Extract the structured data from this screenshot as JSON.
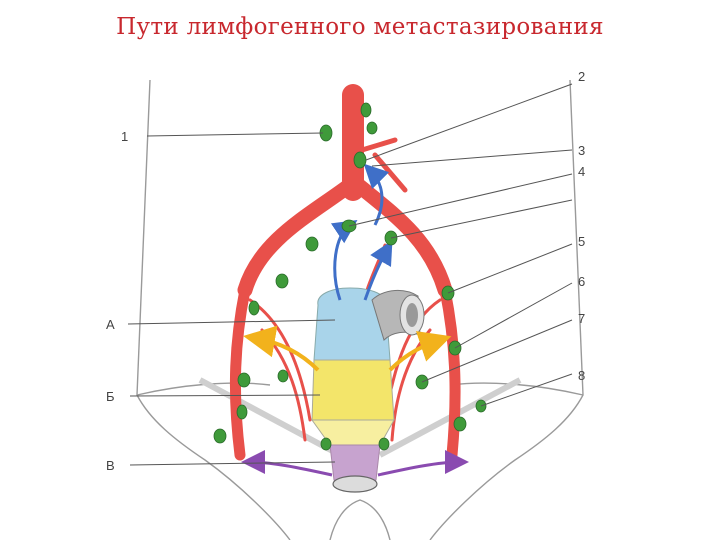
{
  "title": "Пути лимфогенного метастазирования",
  "labels": {
    "n1": "1",
    "n2": "2",
    "n3": "3",
    "n4": "4",
    "n5": "5",
    "n6": "6",
    "n7": "7",
    "n8": "8",
    "a": "А",
    "b": "Б",
    "v": "В"
  },
  "colors": {
    "artery": "#e8504a",
    "node": "#3f9a3a",
    "route_upper": "#3f6fc8",
    "route_middle": "#f2b21c",
    "route_lower": "#8a4bb0",
    "rectum_blue": "#a9d4ea",
    "rectum_yellow": "#f3e56a",
    "anal_purple": "#c7a3cf"
  }
}
